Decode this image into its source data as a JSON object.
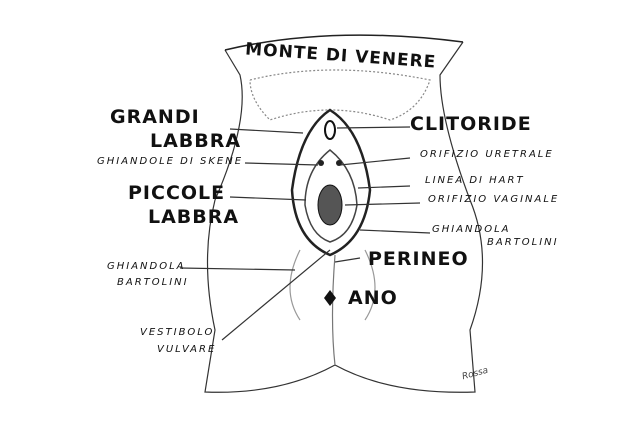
{
  "title": "MONTE DI VENERE",
  "labels_left": {
    "grandi_labbra_1": "GRANDI",
    "grandi_labbra_2": "LABBRA",
    "ghiandole_skene": "GHIANDOLE DI SKENE",
    "piccole_labbra_1": "PICCOLE",
    "piccole_labbra_2": "LABBRA",
    "bartolini_1": "GHIANDOLA",
    "bartolini_2": "BARTOLINI",
    "vestibolo_1": "VESTIBOLO",
    "vestibolo_2": "VULVARE"
  },
  "labels_right": {
    "clitoride": "CLITORIDE",
    "orifizio_uretrale": "ORIFIZIO URETRALE",
    "linea_hart": "LINEA DI HART",
    "orifizio_vaginale": "ORIFIZIO VAGINALE",
    "bartolini_1": "GHIANDOLA",
    "bartolini_2": "BARTOLINI",
    "perineo": "PERINEO",
    "ano": "ANO"
  },
  "signature": "Rossa"
}
